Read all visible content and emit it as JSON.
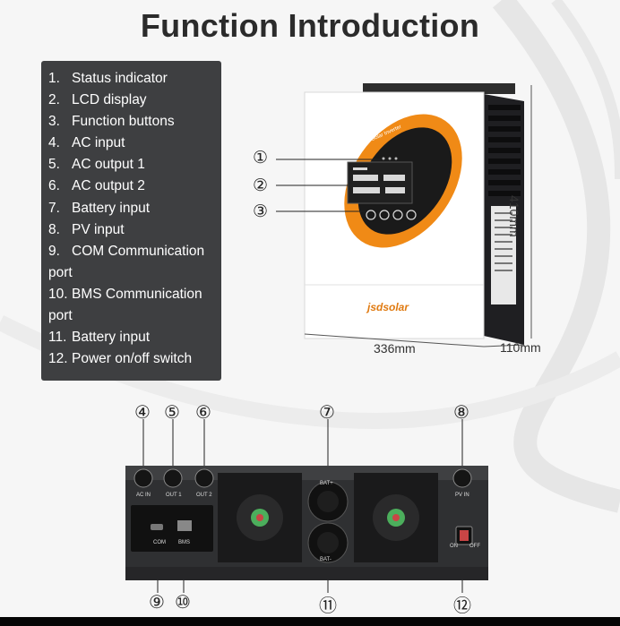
{
  "title": "Function Introduction",
  "features": [
    {
      "num": "1.",
      "label": "Status indicator"
    },
    {
      "num": "2.",
      "label": "LCD display"
    },
    {
      "num": "3.",
      "label": "Function buttons"
    },
    {
      "num": "4.",
      "label": "AC input"
    },
    {
      "num": "5.",
      "label": "AC output 1"
    },
    {
      "num": "6.",
      "label": "AC output 2"
    },
    {
      "num": "7.",
      "label": "Battery input"
    },
    {
      "num": "8.",
      "label": "PV input"
    },
    {
      "num": "9.",
      "label": "COM Communication port"
    },
    {
      "num": "10.",
      "label": "BMS Communication port"
    },
    {
      "num": "11.",
      "label": "Battery input"
    },
    {
      "num": "12.",
      "label": "Power on/off switch"
    }
  ],
  "dimensions": {
    "width": "336mm",
    "depth": "110mm",
    "height": "410mm"
  },
  "brand": "jsdsolar",
  "device_label": "Hybrid Solar Inverter",
  "callouts": {
    "c1": "①",
    "c2": "②",
    "c3": "③",
    "c4": "④",
    "c5": "⑤",
    "c6": "⑥",
    "c7": "⑦",
    "c8": "⑧",
    "c9": "⑨",
    "c10": "⑩",
    "c11": "⑪",
    "c12": "⑫"
  },
  "port_labels": {
    "ac_in": "AC IN",
    "out1": "OUT 1",
    "out2": "OUT 2",
    "bat_plus": "BAT+",
    "bat_minus": "BAT-",
    "pv_in": "PV IN",
    "com": "COM",
    "bms": "BMS",
    "on": "ON",
    "off": "OFF"
  },
  "colors": {
    "accent": "#f08a16",
    "panel": "#3e3f41",
    "chassis": "#3b3c3e"
  }
}
